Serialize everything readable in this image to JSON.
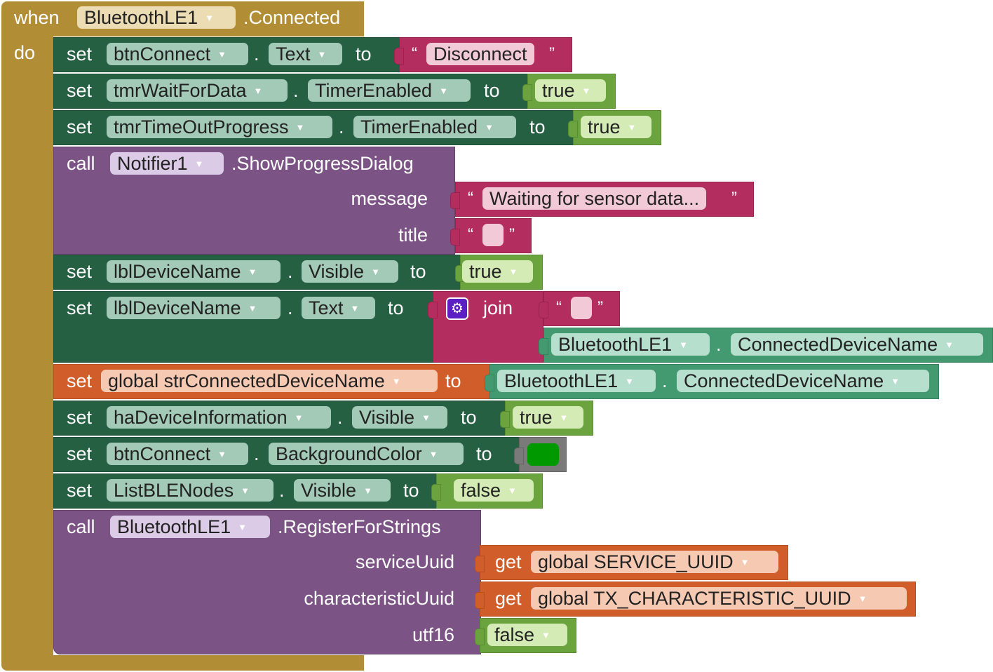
{
  "event": {
    "when": "when",
    "component": "BluetoothLE1",
    "event": ".Connected",
    "do": "do"
  },
  "kw": {
    "set": "set",
    "call": "call",
    "to": "to",
    "dot": ".",
    "get": "get",
    "join": "join",
    "open_quote": "“",
    "close_quote": "”"
  },
  "rows": {
    "r1": {
      "component": "btnConnect",
      "property": "Text",
      "value": "Disconnect"
    },
    "r2": {
      "component": "tmrWaitForData",
      "property": "TimerEnabled",
      "value": "true"
    },
    "r3": {
      "component": "tmrTimeOutProgress",
      "property": "TimerEnabled",
      "value": "true"
    },
    "r4": {
      "component": "Notifier1",
      "method": ".ShowProgressDialog",
      "arg_message": "message",
      "message": "Waiting for sensor data...",
      "arg_title": "title",
      "title": ""
    },
    "r5": {
      "component": "lblDeviceName",
      "property": "Visible",
      "value": "true"
    },
    "r6": {
      "component": "lblDeviceName",
      "property": "Text",
      "join_first": "",
      "join_component": "BluetoothLE1",
      "join_property": "ConnectedDeviceName"
    },
    "r7": {
      "variable": "global strConnectedDeviceName",
      "component": "BluetoothLE1",
      "property": "ConnectedDeviceName"
    },
    "r8": {
      "component": "haDeviceInformation",
      "property": "Visible",
      "value": "true"
    },
    "r9": {
      "component": "btnConnect",
      "property": "BackgroundColor",
      "color": "#009900"
    },
    "r10": {
      "component": "ListBLENodes",
      "property": "Visible",
      "value": "false"
    },
    "r11": {
      "component": "BluetoothLE1",
      "method": ".RegisterForStrings",
      "arg_service": "serviceUuid",
      "service": "global SERVICE_UUID",
      "arg_char": "characteristicUuid",
      "characteristic": "global TX_CHARACTERISTIC_UUID",
      "arg_utf": "utf16",
      "utf16": "false"
    }
  },
  "colors": {
    "event": "#b18e35",
    "set_component": "#266043",
    "procedure": "#7c5385",
    "variable": "#d15e2a",
    "text": "#b32d5e",
    "logic": "#6ba43e",
    "component_getter": "#439970"
  }
}
